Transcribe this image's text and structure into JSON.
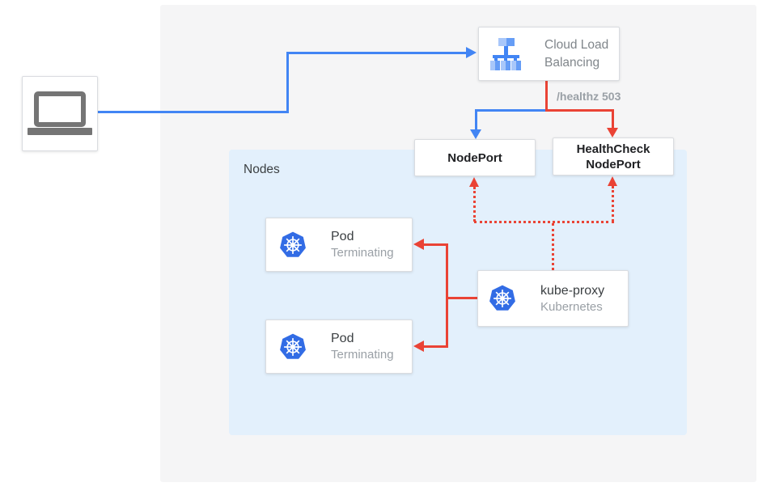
{
  "colors": {
    "canvas_bg": "#f5f5f6",
    "nodes_panel_bg": "#e3f0fc",
    "traffic_blue": "#4285f4",
    "health_red": "#ea4335",
    "kubernetes_blue": "#326ce5",
    "text_dark": "#3c4043",
    "text_gray": "#9aa0a6",
    "icon_gray": "#757575"
  },
  "client": {
    "icon": "laptop-icon"
  },
  "load_balancer": {
    "label": "Cloud Load Balancing",
    "icon": "cloud-load-balancing-icon"
  },
  "health_check_label": "/healthz 503",
  "node_port": {
    "label": "NodePort"
  },
  "health_check_node_port": {
    "label": "HealthCheck NodePort"
  },
  "nodes_panel": {
    "label": "Nodes"
  },
  "pods": [
    {
      "title": "Pod",
      "subtitle": "Terminating"
    },
    {
      "title": "Pod",
      "subtitle": "Terminating"
    }
  ],
  "kube_proxy": {
    "title": "kube-proxy",
    "subtitle": "Kubernetes"
  }
}
